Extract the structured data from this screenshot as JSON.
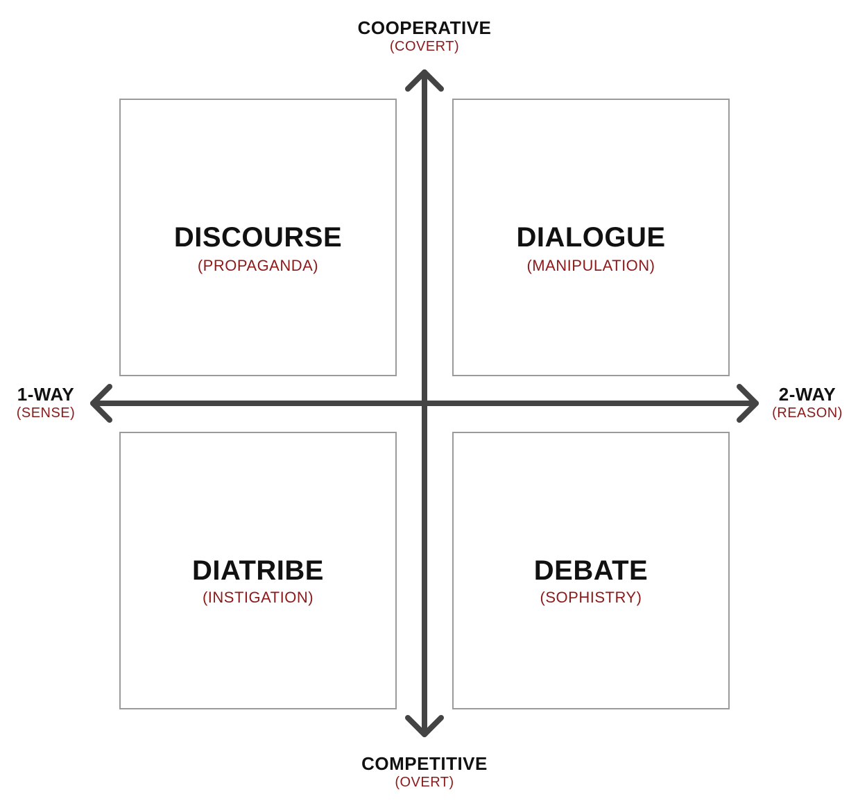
{
  "axes": {
    "top": {
      "label": "COOPERATIVE",
      "sublabel": "(COVERT)"
    },
    "bottom": {
      "label": "COMPETITIVE",
      "sublabel": "(OVERT)"
    },
    "left": {
      "label": "1-WAY",
      "sublabel": "(SENSE)"
    },
    "right": {
      "label": "2-WAY",
      "sublabel": "(REASON)"
    }
  },
  "quadrants": {
    "top_left": {
      "title": "DISCOURSE",
      "subtitle": "(PROPAGANDA)"
    },
    "top_right": {
      "title": "DIALOGUE",
      "subtitle": "(MANIPULATION)"
    },
    "bottom_left": {
      "title": "DIATRIBE",
      "subtitle": "(INSTIGATION)"
    },
    "bottom_right": {
      "title": "DEBATE",
      "subtitle": "(SOPHISTRY)"
    }
  },
  "colors": {
    "axis": "#444444",
    "box_border": "#9a9a9a",
    "title": "#111111",
    "subtitle": "#8b1a1a"
  }
}
